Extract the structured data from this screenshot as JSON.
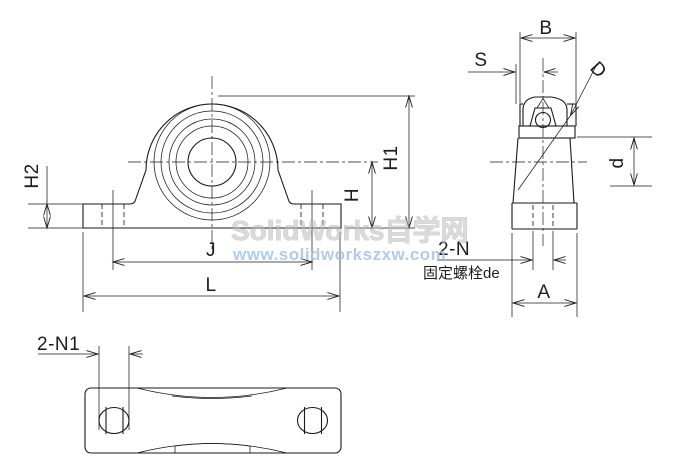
{
  "watermark": {
    "brand": "SolidWorks自学网",
    "url": "www.solidworkszxw.com"
  },
  "dimensions": {
    "front": {
      "total_height": "H1",
      "center_height": "H",
      "base_height": "H2",
      "bolt_spacing": "J",
      "base_length": "L"
    },
    "side": {
      "bearing_width": "B",
      "center_to_face": "S",
      "sphere_diameter": "D",
      "bore_diameter": "d",
      "base_width": "A",
      "bolt_holes": "2-N",
      "bolt_note": "固定螺栓de"
    },
    "bottom": {
      "bolt_holes": "2-N1"
    }
  },
  "colors": {
    "line": "#1a1a1a",
    "watermark_brand": "#bdbdbd",
    "watermark_brand_edge": "#9a9a9a",
    "watermark_url": "#a3c3e8",
    "background": "#ffffff"
  }
}
